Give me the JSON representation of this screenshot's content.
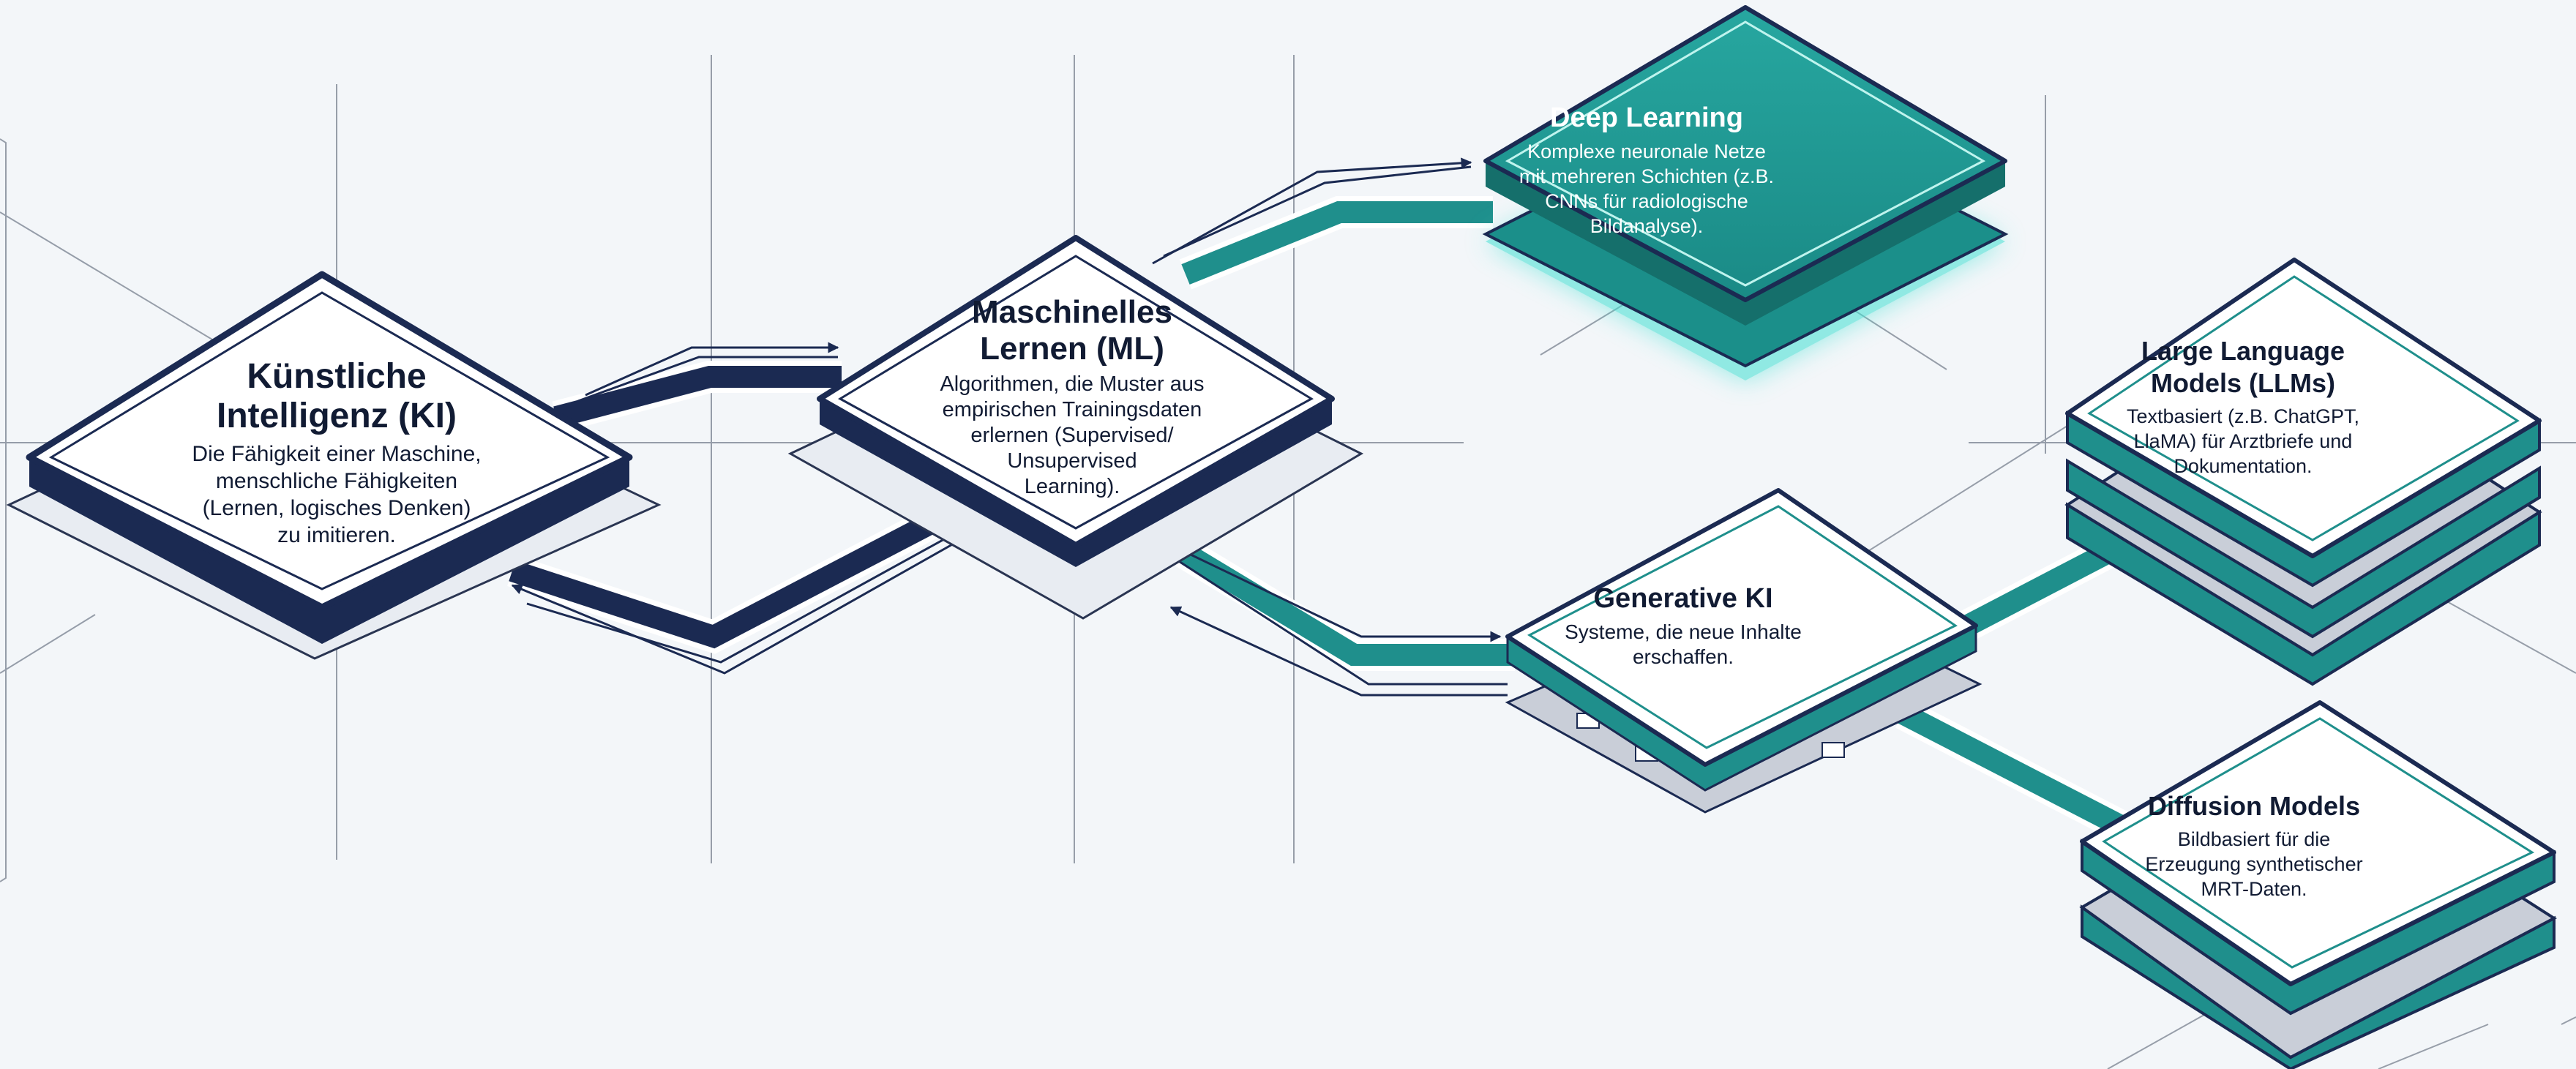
{
  "colors": {
    "background": "#f3f6f9",
    "navy": "#1b2a52",
    "teal": "#1f8f8c",
    "teal_light": "#5fd3c8",
    "glow": "#3fe0d2",
    "orange": "#f0a54a",
    "gray_base": "#c9ced8"
  },
  "nodes": {
    "ki": {
      "title": "Künstliche\nIntelligenz (KI)",
      "description": "Die Fähigkeit einer Maschine,\nmenschliche Fähigkeiten\n(Lernen, logisches Denken)\nzu imitieren."
    },
    "ml": {
      "title": "Maschinelles\nLernen (ML)",
      "description": "Algorithmen, die Muster aus\nempirischen Trainingsdaten\nerlernen (Supervised/\nUnsupervised\nLearning)."
    },
    "dl": {
      "title": "Deep Learning",
      "description": "Komplexe neuronale Netze\nmit mehreren Schichten (z.B.\nCNNs für radiologische\nBildanalyse)."
    },
    "gen": {
      "title": "Generative KI",
      "description": "Systeme, die neue Inhalte\nerschaffen."
    },
    "llm": {
      "title": "Large Language\nModels (LLMs)",
      "description": "Textbasiert (z.B. ChatGPT,\nLlaMA) für Arztbriefe und\nDokumentation."
    },
    "diff": {
      "title": "Diffusion Models",
      "description": "Bildbasiert für die\nErzeugung synthetischer\nMRT-Daten."
    }
  }
}
